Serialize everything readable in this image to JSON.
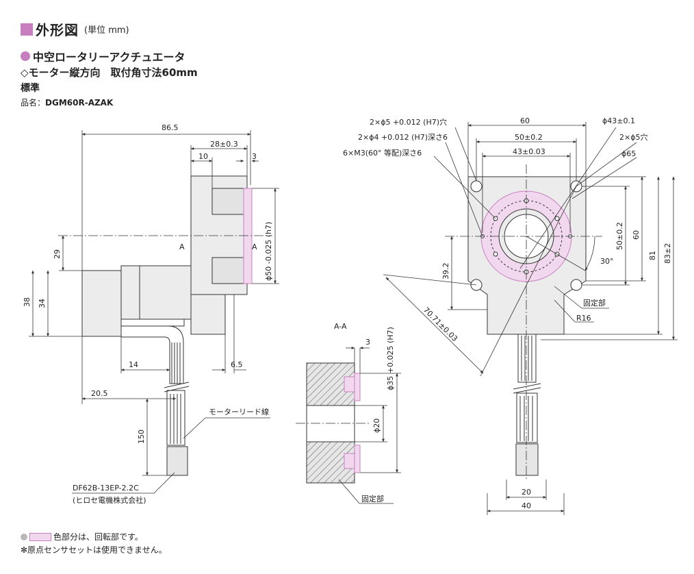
{
  "header": {
    "title": "外形図",
    "unit": "(単位 mm)",
    "product_type": "中空ロータリーアクチュエータ",
    "mount_line": "◇モーター縦方向　取付角寸法60mm",
    "variant": "標準",
    "model_label": "品名：",
    "model": "DGM60R-AZAK"
  },
  "dims": {
    "d86_5": "86.5",
    "d28": "28±0.3",
    "d10": "10",
    "d3": "3",
    "d50h7": "ϕ50 -0.025 (h7)",
    "d29": "29",
    "d38": "38",
    "d34": "34",
    "d14": "14",
    "d6_5": "6.5",
    "d20_5": "20.5",
    "d150": "150",
    "sect_a": "A",
    "motor_lead": "モーターリード線",
    "connector_1": "DF62B-13EP-2.2C",
    "connector_2": "(ヒロセ電機株式会社)",
    "aa": "A-A",
    "aa_3": "3",
    "aa_35": "ϕ35 +0.025 (H7)",
    "aa_20": "ϕ20",
    "fixed": "固定部",
    "r_60": "60",
    "r_50": "50±0.2",
    "r_43": "43±0.03",
    "r_phi43": "ϕ43±0.1",
    "r_2phi5hole": "2×ϕ5穴",
    "r_phi65": "ϕ65",
    "r_2phi5h7": "2×ϕ5 +0.012 (H7)穴",
    "r_2phi4h7": "2×ϕ4 +0.012 (H7)深さ6",
    "r_6m3": "6×M3(60° 等配)深さ6",
    "r_50v": "50±0.2",
    "r_60v": "60",
    "r_81": "81",
    "r_83": "83±2",
    "r_30deg": "30°",
    "r_39_2": "39.2",
    "r_70_71": "70.71±0.03",
    "r_fixed": "固定部",
    "r_r16": "R16",
    "r_20": "20",
    "r_40": "40"
  },
  "footer": {
    "rotating_note": "色部分は、回転部です。",
    "sensor_note": "✻原点センサセットは使用できません。"
  },
  "colors": {
    "accent": "#c77fc0",
    "rotating_fill": "#f2d8ee",
    "body_fill": "#ececec",
    "line": "#333333"
  }
}
